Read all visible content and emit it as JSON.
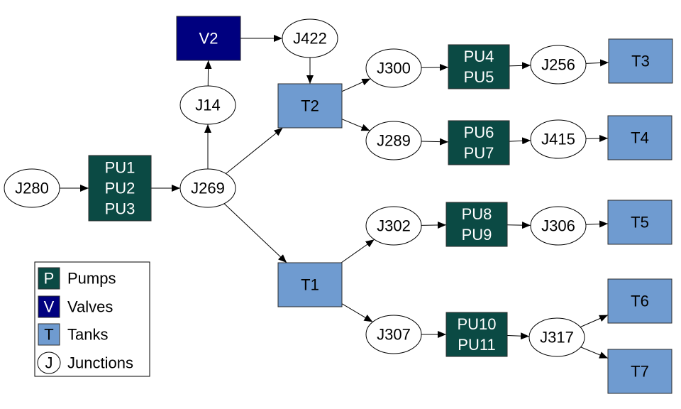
{
  "colors": {
    "pump": "#0b4a44",
    "valve": "#00007f",
    "tank": "#6f9bd0",
    "junction": "#ffffff",
    "edge": "#000000"
  },
  "legend": {
    "items": [
      {
        "key": "pump",
        "glyph": "P",
        "label": "Pumps"
      },
      {
        "key": "valve",
        "glyph": "V",
        "label": "Valves"
      },
      {
        "key": "tank",
        "glyph": "T",
        "label": "Tanks"
      },
      {
        "key": "junction",
        "glyph": "J",
        "label": "Junctions"
      }
    ]
  },
  "nodes": [
    {
      "id": "J280",
      "kind": "junction",
      "lines": [
        "J280"
      ]
    },
    {
      "id": "P123",
      "kind": "pump",
      "lines": [
        "PU1",
        "PU2",
        "PU3"
      ]
    },
    {
      "id": "J269",
      "kind": "junction",
      "lines": [
        "J269"
      ]
    },
    {
      "id": "J14",
      "kind": "junction",
      "lines": [
        "J14"
      ]
    },
    {
      "id": "V2",
      "kind": "valve",
      "lines": [
        "V2"
      ]
    },
    {
      "id": "J422",
      "kind": "junction",
      "lines": [
        "J422"
      ]
    },
    {
      "id": "T2",
      "kind": "tank",
      "lines": [
        "T2"
      ]
    },
    {
      "id": "T1",
      "kind": "tank",
      "lines": [
        "T1"
      ]
    },
    {
      "id": "J300",
      "kind": "junction",
      "lines": [
        "J300"
      ]
    },
    {
      "id": "P45",
      "kind": "pump",
      "lines": [
        "PU4",
        "PU5"
      ]
    },
    {
      "id": "J256",
      "kind": "junction",
      "lines": [
        "J256"
      ]
    },
    {
      "id": "T3",
      "kind": "tank",
      "lines": [
        "T3"
      ]
    },
    {
      "id": "J289",
      "kind": "junction",
      "lines": [
        "J289"
      ]
    },
    {
      "id": "P67",
      "kind": "pump",
      "lines": [
        "PU6",
        "PU7"
      ]
    },
    {
      "id": "J415",
      "kind": "junction",
      "lines": [
        "J415"
      ]
    },
    {
      "id": "T4",
      "kind": "tank",
      "lines": [
        "T4"
      ]
    },
    {
      "id": "J302",
      "kind": "junction",
      "lines": [
        "J302"
      ]
    },
    {
      "id": "P89",
      "kind": "pump",
      "lines": [
        "PU8",
        "PU9"
      ]
    },
    {
      "id": "J306",
      "kind": "junction",
      "lines": [
        "J306"
      ]
    },
    {
      "id": "T5",
      "kind": "tank",
      "lines": [
        "T5"
      ]
    },
    {
      "id": "J307",
      "kind": "junction",
      "lines": [
        "J307"
      ]
    },
    {
      "id": "P1011",
      "kind": "pump",
      "lines": [
        "PU10",
        "PU11"
      ]
    },
    {
      "id": "J317",
      "kind": "junction",
      "lines": [
        "J317"
      ]
    },
    {
      "id": "T6",
      "kind": "tank",
      "lines": [
        "T6"
      ]
    },
    {
      "id": "T7",
      "kind": "tank",
      "lines": [
        "T7"
      ]
    }
  ],
  "edges": [
    [
      "J280",
      "P123"
    ],
    [
      "P123",
      "J269"
    ],
    [
      "J269",
      "J14"
    ],
    [
      "J14",
      "V2"
    ],
    [
      "V2",
      "J422"
    ],
    [
      "J422",
      "T2"
    ],
    [
      "J269",
      "T2"
    ],
    [
      "J269",
      "T1"
    ],
    [
      "T2",
      "J300"
    ],
    [
      "T2",
      "J289"
    ],
    [
      "J300",
      "P45"
    ],
    [
      "P45",
      "J256"
    ],
    [
      "J256",
      "T3"
    ],
    [
      "J289",
      "P67"
    ],
    [
      "P67",
      "J415"
    ],
    [
      "J415",
      "T4"
    ],
    [
      "T1",
      "J302"
    ],
    [
      "T1",
      "J307"
    ],
    [
      "J302",
      "P89"
    ],
    [
      "P89",
      "J306"
    ],
    [
      "J306",
      "T5"
    ],
    [
      "J307",
      "P1011"
    ],
    [
      "P1011",
      "J317"
    ],
    [
      "J317",
      "T6"
    ],
    [
      "J317",
      "T7"
    ]
  ]
}
